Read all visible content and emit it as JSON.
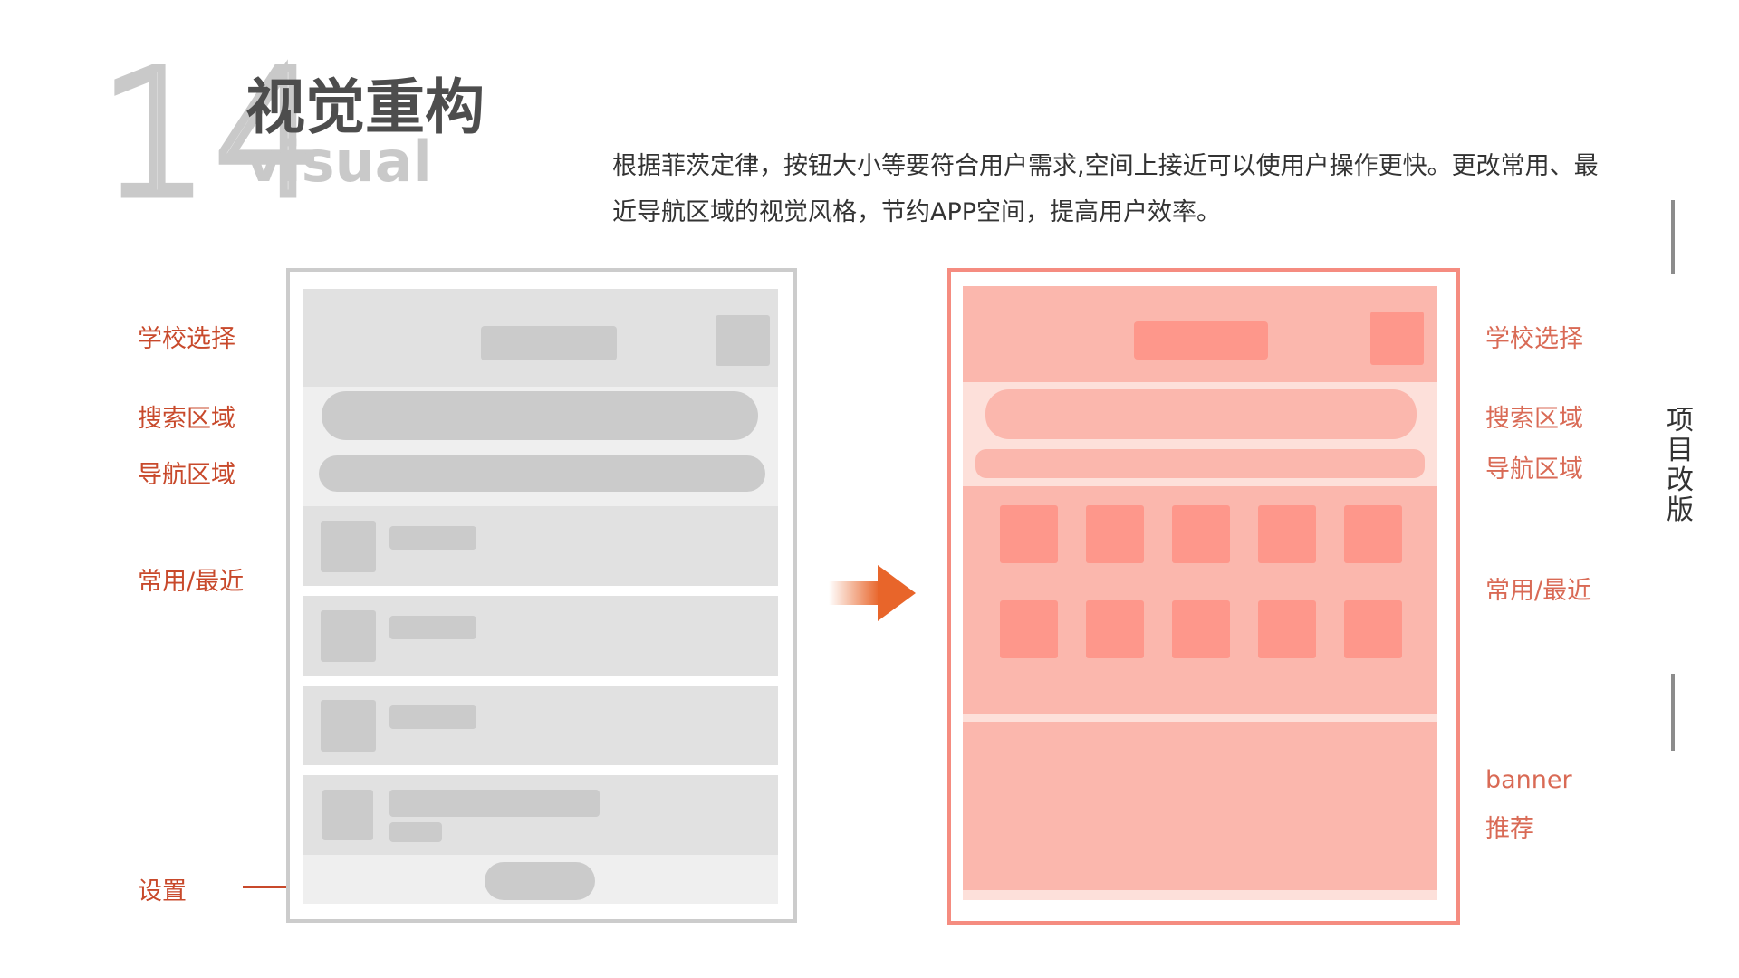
{
  "header": {
    "page_number": "14",
    "title": "视觉重构",
    "subtitle": "visual",
    "description": "根据菲茨定律，按钮大小等要符合用户需求,空间上接近可以使用户操作更快。更改常用、最近导航区域的视觉风格，节约APP空间，提高用户效率。"
  },
  "before_labels": {
    "school_select": "学校选择",
    "search_area": "搜索区域",
    "nav_area": "导航区域",
    "recent": "常用/最近",
    "settings": "设置"
  },
  "after_labels": {
    "school_select": "学校选择",
    "search_area": "搜索区域",
    "nav_area": "导航区域",
    "recent": "常用/最近",
    "banner": "banner",
    "recommend": "推荐"
  },
  "side_tag": {
    "chars": [
      "项",
      "目",
      "改",
      "版"
    ]
  },
  "colors": {
    "accent_label": "#c8492b",
    "gray_frame": "#cccccc",
    "pink_frame": "#f58c80",
    "arrow": "#e8652a"
  }
}
